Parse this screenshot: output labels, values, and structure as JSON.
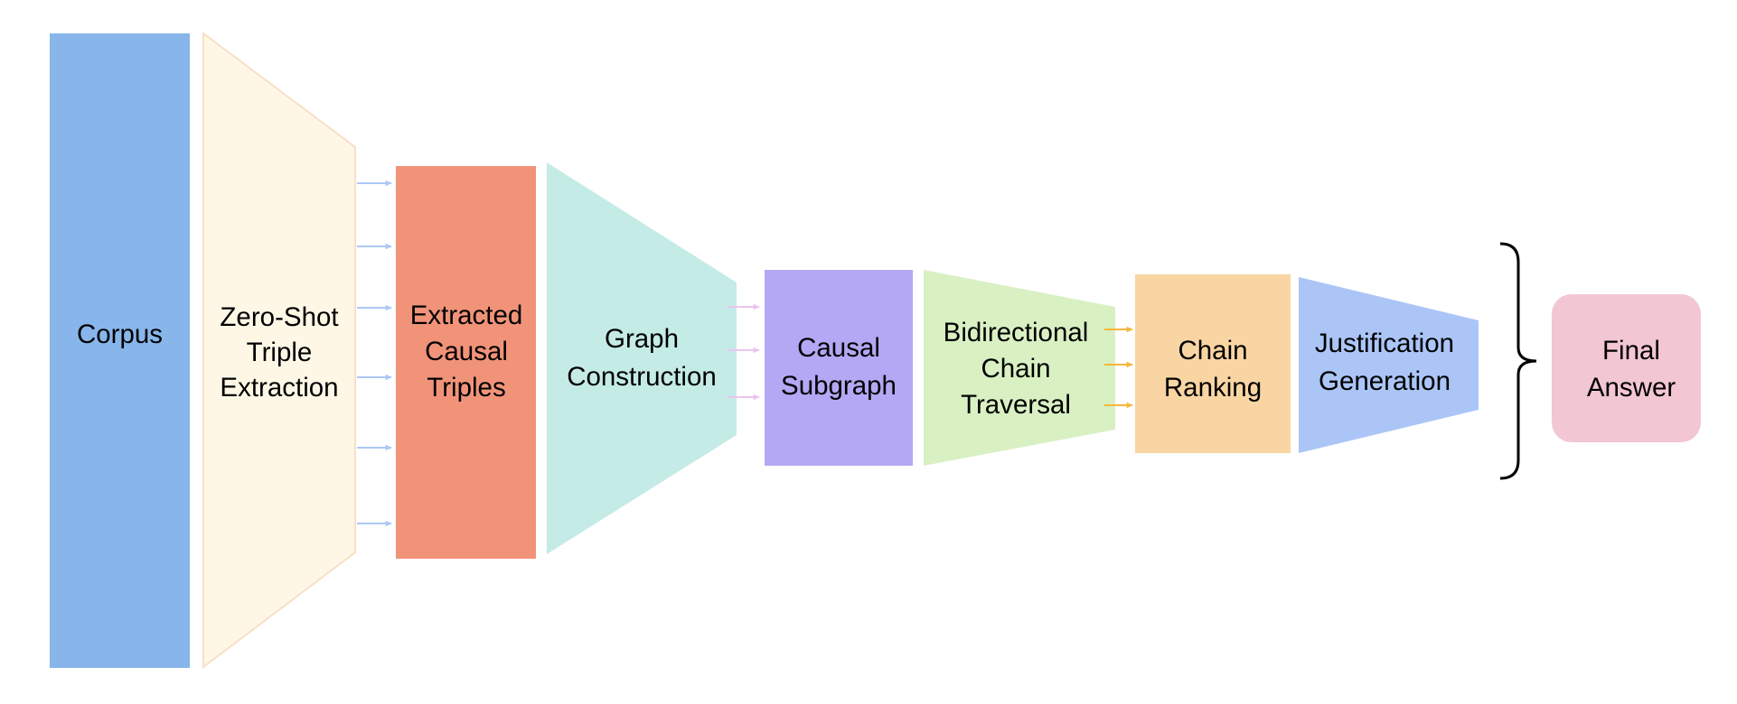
{
  "stages": {
    "corpus": {
      "lines": [
        "Corpus"
      ],
      "color": "#88b6eb"
    },
    "triple_extraction": {
      "lines": [
        "Zero-Shot",
        "Triple",
        "Extraction"
      ],
      "color": "#fef7e6",
      "stroke": "#f9dfc8"
    },
    "extracted_triples": {
      "lines": [
        "Extracted",
        "Causal",
        "Triples"
      ],
      "color": "#f19379"
    },
    "graph_construction": {
      "lines": [
        "Graph",
        "Construction"
      ],
      "color": "#c4ebe6"
    },
    "causal_subgraph": {
      "lines": [
        "Causal",
        "Subgraph"
      ],
      "color": "#b4a8f4"
    },
    "chain_traversal": {
      "lines": [
        "Bidirectional",
        "Chain",
        "Traversal"
      ],
      "color": "#d9f0c3"
    },
    "chain_ranking": {
      "lines": [
        "Chain",
        "Ranking"
      ],
      "color": "#f9d5a3"
    },
    "justification": {
      "lines": [
        "Justification",
        "Generation"
      ],
      "color": "#abc5f7"
    },
    "final_answer": {
      "lines": [
        "Final",
        "Answer"
      ],
      "color": "#f2c6d3"
    }
  },
  "arrow_colors": {
    "extraction_to_triples": "#adc8f5",
    "construction_to_subgraph": "#eac5ef",
    "traversal_to_ranking": "#f6b73c"
  },
  "brace_color": "#000000"
}
